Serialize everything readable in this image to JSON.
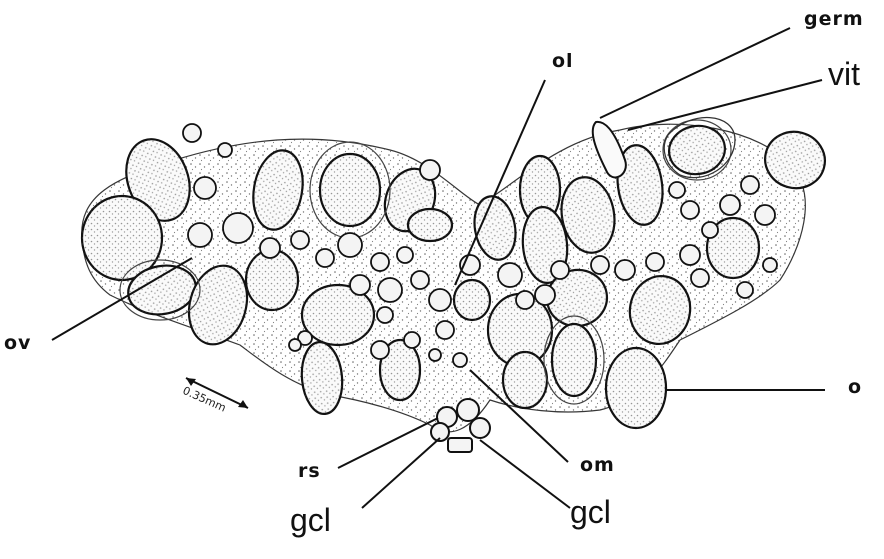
{
  "figure": {
    "labels": {
      "germ": "germ",
      "vit": "vit",
      "ol": "ol",
      "ov": "ov",
      "o": "o",
      "rs": "rs",
      "om": "om",
      "gcl_left": "gcl",
      "gcl_right": "gcl"
    },
    "scale_bar": {
      "text": "0.35mm"
    },
    "colors": {
      "ink": "#111111",
      "stipple": "#555555",
      "background": "#ffffff"
    }
  }
}
